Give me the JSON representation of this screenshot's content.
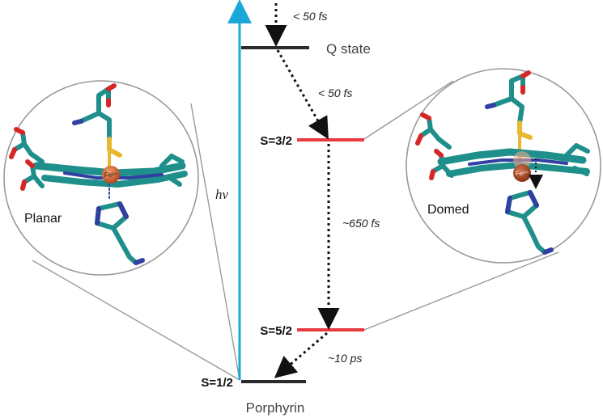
{
  "levels": {
    "q_state": "Q state",
    "s32": "S=3/2",
    "s52": "S=5/2",
    "s12": "S=1/2",
    "porphyrin": "Porphyrin"
  },
  "transitions": {
    "t1": "< 50 fs",
    "t2": "< 50 fs",
    "t3": "~650 fs",
    "t4": "~10 ps"
  },
  "excitation_label": "hν",
  "insets": {
    "left": {
      "label": "Planar",
      "fe_label": "Fe³⁺"
    },
    "right": {
      "label": "Domed",
      "fe_label": "Fe³⁺"
    }
  },
  "colors": {
    "excitation_arrow": "#1ba7d9",
    "high_spin_level": "#e8393f",
    "ground_level": "#2b2b2b",
    "molecule": "#1f8f8c",
    "nitrogen": "#3040a0",
    "oxygen": "#d62728",
    "sulfur": "#e8b830",
    "iron": "#c9552b",
    "circle_outline": "#9a9a9a"
  }
}
